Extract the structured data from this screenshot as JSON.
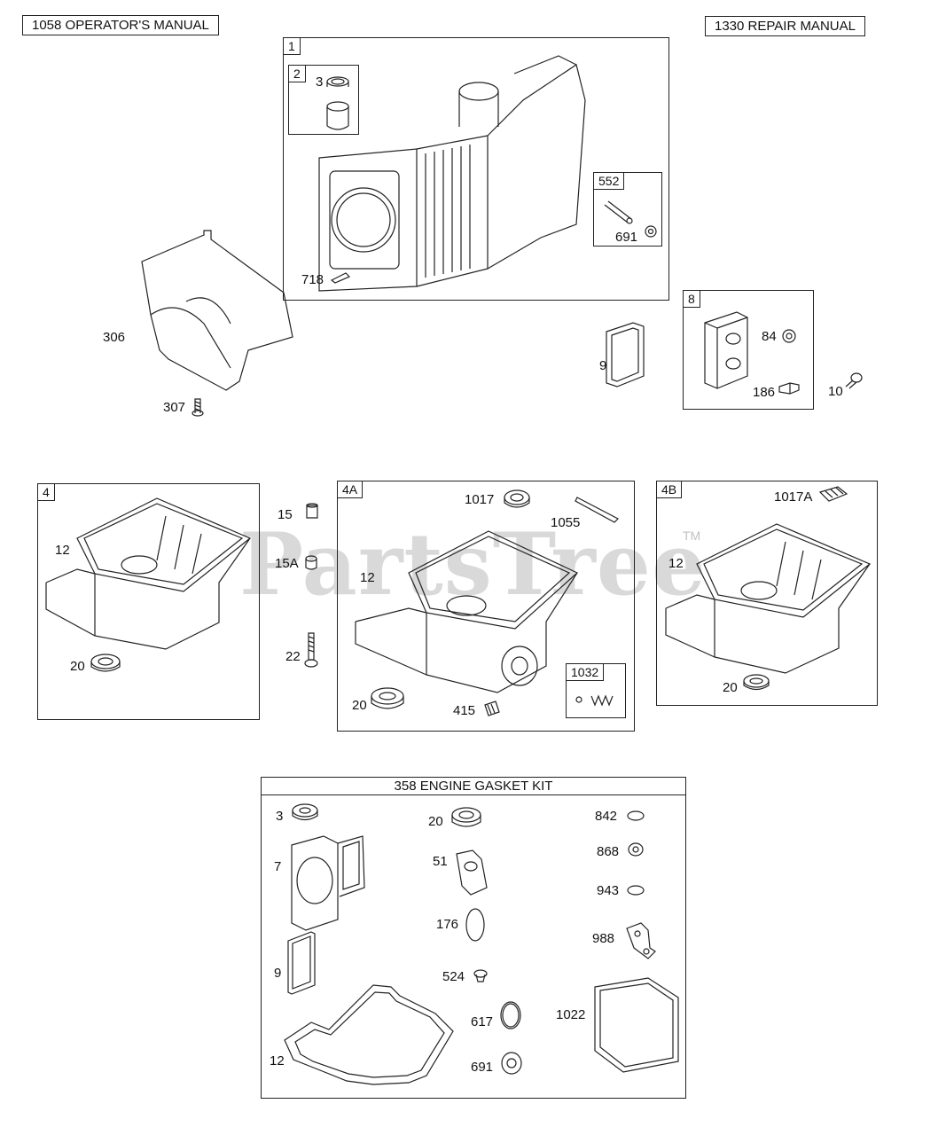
{
  "header": {
    "operators_manual": "1058 OPERATOR'S MANUAL",
    "repair_manual": "1330 REPAIR MANUAL"
  },
  "watermark": {
    "text": "PartsTree",
    "trademark": "TM"
  },
  "group_1": {
    "tag": "1",
    "sub_tag_2": "2",
    "label_3": "3",
    "sub_tag_552": "552",
    "label_691": "691",
    "label_718": "718"
  },
  "loose_parts": {
    "label_306": "306",
    "label_307": "307",
    "label_9": "9",
    "label_10": "10",
    "label_15": "15",
    "label_15a": "15A",
    "label_22": "22"
  },
  "group_8": {
    "tag": "8",
    "label_84": "84",
    "label_186": "186"
  },
  "group_4": {
    "tag": "4",
    "label_12": "12",
    "label_20": "20"
  },
  "group_4a": {
    "tag": "4A",
    "label_1017": "1017",
    "label_1055": "1055",
    "label_12": "12",
    "label_20": "20",
    "label_415": "415",
    "sub_tag_1032": "1032"
  },
  "group_4b": {
    "tag": "4B",
    "label_1017a": "1017A",
    "label_12": "12",
    "label_20": "20"
  },
  "gasket_kit": {
    "title": "358 ENGINE GASKET KIT",
    "labels": [
      "3",
      "20",
      "842",
      "7",
      "51",
      "868",
      "943",
      "176",
      "988",
      "9",
      "524",
      "12",
      "617",
      "1022",
      "691"
    ]
  }
}
